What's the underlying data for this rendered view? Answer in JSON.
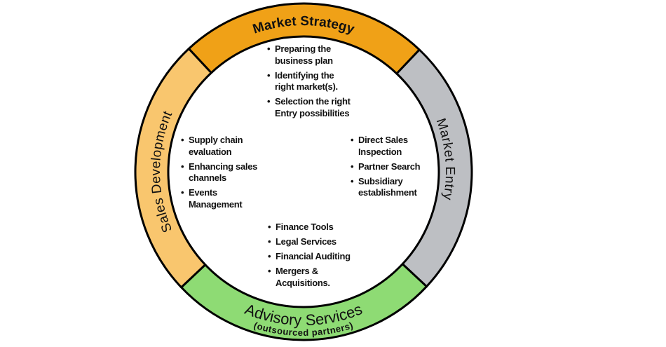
{
  "diagram": {
    "outline_color": "#000000",
    "center_color": "#FFFFFF",
    "segments": {
      "market_strategy": {
        "label": "Market Strategy",
        "color": "#F0A117"
      },
      "market_entry": {
        "label": "Market Entry",
        "color": "#BDBFC3"
      },
      "advisory_services": {
        "label": "Advisory Services",
        "sublabel": "(outsourced partners)",
        "color": "#8EDB74"
      },
      "sales_development": {
        "label": "Sales Development",
        "color": "#F9C66E"
      }
    }
  },
  "lists": {
    "market_strategy": [
      "Preparing the\nbusiness plan",
      "Identifying the\nright market(s).",
      "Selection the right\nEntry possibilities"
    ],
    "sales_development": [
      "Supply chain\nevaluation",
      "Enhancing sales\nchannels",
      "Events\nManagement"
    ],
    "market_entry": [
      "Direct Sales\nInspection",
      "Partner Search",
      "Subsidiary\nestablishment"
    ],
    "advisory_services": [
      "Finance Tools",
      "Legal Services",
      "Financial Auditing",
      "Mergers &\nAcquisitions."
    ]
  }
}
